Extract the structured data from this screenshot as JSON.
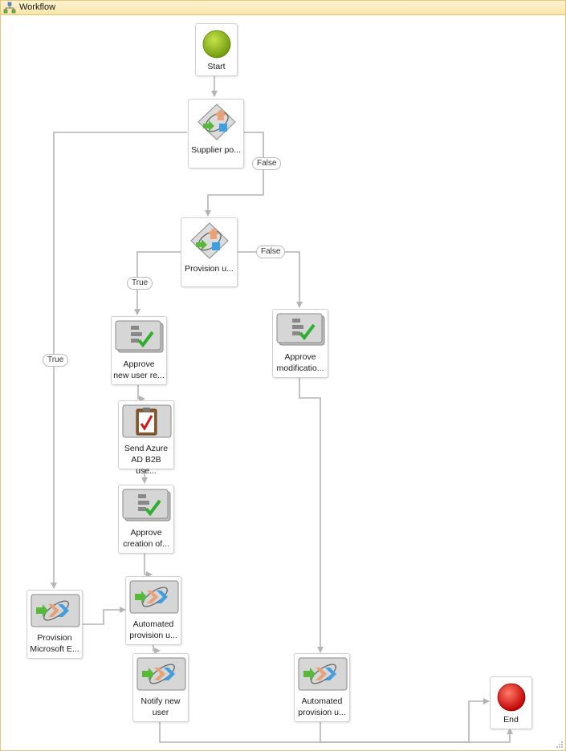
{
  "window": {
    "title": "Workflow"
  },
  "nodes": {
    "start": {
      "label": "Start"
    },
    "supplier_policy": {
      "label": "Supplier po..."
    },
    "provision_user": {
      "label": "Provision u..."
    },
    "approve_new_user": {
      "line1": "Approve",
      "line2": "new user re..."
    },
    "approve_modification": {
      "line1": "Approve",
      "line2": "modificatio..."
    },
    "send_azure": {
      "line1": "Send Azure",
      "line2": "AD B2B use..."
    },
    "approve_creation": {
      "line1": "Approve",
      "line2": "creation of..."
    },
    "provision_microsoft": {
      "line1": "Provision",
      "line2": "Microsoft E..."
    },
    "automated_provision_1": {
      "line1": "Automated",
      "line2": "provision u..."
    },
    "notify_new_user": {
      "line1": "Notify new",
      "line2": "user"
    },
    "automated_provision_2": {
      "line1": "Automated",
      "line2": "provision u..."
    },
    "end": {
      "label": "End"
    }
  },
  "edge_labels": {
    "supplier_false": "False",
    "supplier_true": "True",
    "provision_true": "True",
    "provision_false": "False"
  },
  "colors": {
    "start": "#8db31c",
    "end": "#e01010",
    "connector": "#b4b4b4",
    "title_bar": "#fbedbd"
  }
}
